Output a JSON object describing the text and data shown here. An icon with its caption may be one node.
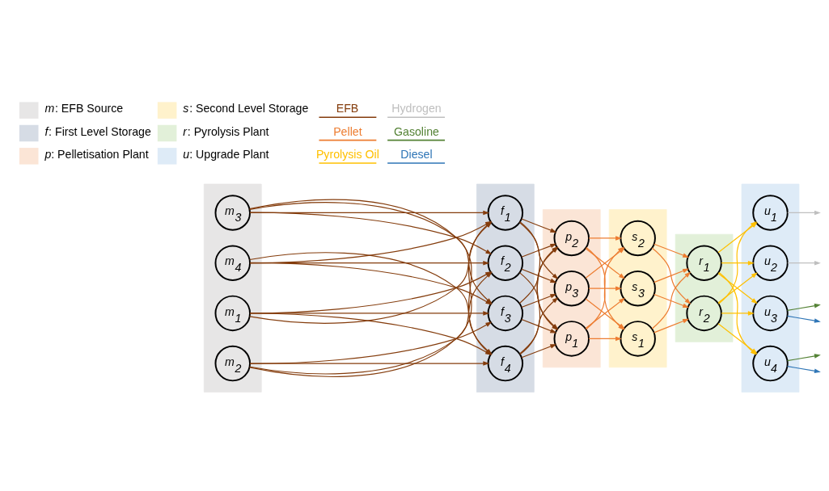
{
  "diagram": {
    "nodes": [
      {
        "text": [],
        "shape": "band"
      },
      {
        "text": [
          "m$_{1}$"
        ],
        "in": 0
      },
      {
        "text": [
          "m$_{2}$"
        ],
        "in": 0
      },
      {
        "text": [
          "m$_{3}$"
        ],
        "in": 0
      },
      {
        "text": [
          "m$_{4}$"
        ],
        "in": 0
      },
      {
        "text": [],
        "shape": "band"
      },
      {
        "text": [
          "f$_{1}$"
        ],
        "in": 5
      },
      {
        "text": [
          "f$_{2}$"
        ],
        "in": 5
      },
      {
        "text": [
          "f$_{3}$"
        ],
        "in": 5
      },
      {
        "text": [
          "f$_{4}$"
        ],
        "in": 5
      },
      {
        "text": [],
        "shape": "band"
      },
      {
        "text": [
          "p$_{1}$"
        ],
        "in": 10
      },
      {
        "text": [
          "p$_{2}$"
        ],
        "in": 10
      },
      {
        "text": [
          "p$_{3}$"
        ],
        "in": 10
      },
      {
        "text": [],
        "shape": "band"
      },
      {
        "text": [
          "s$_{1}$"
        ],
        "in": 14
      },
      {
        "text": [
          "s$_{2}$"
        ],
        "in": 14
      },
      {
        "text": [
          "s$_{3}$"
        ],
        "in": 14
      },
      {
        "text": [],
        "shape": "band"
      },
      {
        "text": [
          "r$_{1}$"
        ],
        "in": 18
      },
      {
        "text": [
          "r$_{2}$"
        ],
        "in": 18
      },
      {
        "text": [],
        "shape": "band"
      },
      {
        "text": [
          "u$_{1}$"
        ],
        "in": 21
      },
      {
        "text": [
          "u$_{2}$"
        ],
        "in": 21
      },
      {
        "text": [
          "u$_{3}$"
        ],
        "in": 21
      },
      {
        "text": [
          "u$_{4}$"
        ],
        "in": 21
      }
    ],
    "edges": [
      {
        "from": 1,
        "to": 6,
        "arrow": "to",
        "color": "#843c0c"
      },
      {
        "from": 1,
        "to": 7,
        "arrow": "to",
        "color": "#843c0c"
      },
      {
        "from": 1,
        "to": 8,
        "arrow": "to",
        "color": "#843c0c"
      },
      {
        "from": 1,
        "to": 9,
        "arrow": "to",
        "color": "#843c0c"
      },
      {
        "from": 2,
        "to": 6,
        "arrow": "to",
        "color": "#843c0c"
      },
      {
        "from": 2,
        "to": 7,
        "arrow": "to",
        "color": "#843c0c"
      },
      {
        "from": 2,
        "to": 8,
        "arrow": "to",
        "color": "#843c0c"
      },
      {
        "from": 2,
        "to": 9,
        "arrow": "to",
        "color": "#843c0c"
      },
      {
        "from": 3,
        "to": 6,
        "arrow": "to",
        "color": "#843c0c"
      },
      {
        "from": 3,
        "to": 7,
        "arrow": "to",
        "color": "#843c0c"
      },
      {
        "from": 3,
        "to": 8,
        "arrow": "to",
        "color": "#843c0c"
      },
      {
        "from": 3,
        "to": 9,
        "arrow": "to",
        "color": "#843c0c"
      },
      {
        "from": 4,
        "to": 6,
        "arrow": "to",
        "color": "#843c0c"
      },
      {
        "from": 4,
        "to": 7,
        "arrow": "to",
        "color": "#843c0c"
      },
      {
        "from": 4,
        "to": 8,
        "arrow": "to",
        "color": "#843c0c"
      },
      {
        "from": 4,
        "to": 9,
        "arrow": "to",
        "color": "#843c0c"
      },
      {
        "from": 6,
        "to": 11,
        "arrow": "to",
        "color": "#843c0c"
      },
      {
        "from": 6,
        "to": 12,
        "arrow": "to",
        "color": "#843c0c"
      },
      {
        "from": 6,
        "to": 13,
        "arrow": "to",
        "color": "#843c0c"
      },
      {
        "from": 7,
        "to": 11,
        "arrow": "to",
        "color": "#843c0c"
      },
      {
        "from": 7,
        "to": 12,
        "arrow": "to",
        "color": "#843c0c"
      },
      {
        "from": 7,
        "to": 13,
        "arrow": "to",
        "color": "#843c0c"
      },
      {
        "from": 8,
        "to": 11,
        "arrow": "to",
        "color": "#843c0c"
      },
      {
        "from": 8,
        "to": 12,
        "arrow": "to",
        "color": "#843c0c"
      },
      {
        "from": 8,
        "to": 13,
        "arrow": "to",
        "color": "#843c0c"
      },
      {
        "from": 9,
        "to": 11,
        "arrow": "to",
        "color": "#843c0c"
      },
      {
        "from": 9,
        "to": 12,
        "arrow": "to",
        "color": "#843c0c"
      },
      {
        "from": 9,
        "to": 13,
        "arrow": "to",
        "color": "#843c0c"
      },
      {
        "from": 11,
        "to": 15,
        "arrow": "to",
        "color": "#ed7d31"
      },
      {
        "from": 11,
        "to": 16,
        "arrow": "to",
        "color": "#ed7d31"
      },
      {
        "from": 11,
        "to": 17,
        "arrow": "to",
        "color": "#ed7d31"
      },
      {
        "from": 12,
        "to": 15,
        "arrow": "to",
        "color": "#ed7d31"
      },
      {
        "from": 12,
        "to": 16,
        "arrow": "to",
        "color": "#ed7d31"
      },
      {
        "from": 12,
        "to": 17,
        "arrow": "to",
        "color": "#ed7d31"
      },
      {
        "from": 13,
        "to": 15,
        "arrow": "to",
        "color": "#ed7d31"
      },
      {
        "from": 13,
        "to": 16,
        "arrow": "to",
        "color": "#ed7d31"
      },
      {
        "from": 13,
        "to": 17,
        "arrow": "to",
        "color": "#ed7d31"
      },
      {
        "from": 15,
        "to": 19,
        "arrow": "to",
        "color": "#ed7d31"
      },
      {
        "from": 15,
        "to": 20,
        "arrow": "to",
        "color": "#ed7d31"
      },
      {
        "from": 16,
        "to": 19,
        "arrow": "to",
        "color": "#ed7d31"
      },
      {
        "from": 16,
        "to": 20,
        "arrow": "to",
        "color": "#ed7d31"
      },
      {
        "from": 17,
        "to": 19,
        "arrow": "to",
        "color": "#ed7d31"
      },
      {
        "from": 17,
        "to": 20,
        "arrow": "to",
        "color": "#ed7d31"
      },
      {
        "from": 19,
        "to": 22,
        "arrow": "to",
        "color": "#ffc000"
      },
      {
        "from": 19,
        "to": 23,
        "arrow": "to",
        "color": "#ffc000"
      },
      {
        "from": 19,
        "to": 24,
        "arrow": "to",
        "color": "#ffc000"
      },
      {
        "from": 19,
        "to": 25,
        "arrow": "to",
        "color": "#ffc000"
      },
      {
        "from": 20,
        "to": 22,
        "arrow": "to",
        "color": "#ffc000"
      },
      {
        "from": 20,
        "to": 23,
        "arrow": "to",
        "color": "#ffc000"
      },
      {
        "from": 20,
        "to": 24,
        "arrow": "to",
        "color": "#ffc000"
      },
      {
        "from": 20,
        "to": 25,
        "arrow": "to",
        "color": "#ffc000"
      },
      {
        "from": 22,
        "to": null,
        "arrow": "to",
        "color": "#bfbfbf"
      },
      {
        "from": 23,
        "to": null,
        "arrow": "to",
        "color": "#bfbfbf"
      },
      {
        "from": 24,
        "to": null,
        "arrow": "to",
        "color": "#548235"
      },
      {
        "from": 24,
        "to": null,
        "arrow": "to",
        "color": "#2e75b6"
      },
      {
        "from": 25,
        "to": null,
        "arrow": "to",
        "color": "#548235"
      },
      {
        "from": 25,
        "to": null,
        "arrow": "to",
        "color": "#2e75b6"
      }
    ],
    "legend": [
      {
        "text": "*m*: EFB Source",
        "color": "#e7e6e6"
      },
      {
        "text": "*f*: First Level Storage",
        "color": "#d6dce5"
      },
      {
        "text": "*p*: Pelletisation Plant",
        "color": "#fbe5d6"
      },
      {
        "text": "*s*: Second Level Storage",
        "color": "#fff2cc"
      },
      {
        "text": "*r*: Pyrolysis Plant",
        "color": "#e2f0d9"
      },
      {
        "text": "*u*: Upgrade Plant",
        "color": "#deebf7"
      },
      {
        "text": "EFB",
        "color": "#843c0c"
      },
      {
        "text": "Pellet",
        "color": "#ed7d31"
      },
      {
        "text": "Pyrolysis Oil",
        "color": "#ffc000"
      },
      {
        "text": "Hydrogen",
        "color": "#bfbfbf"
      },
      {
        "text": "Gasoline",
        "color": "#548235"
      },
      {
        "text": "Diesel",
        "color": "#2e75b6"
      }
    ]
  }
}
